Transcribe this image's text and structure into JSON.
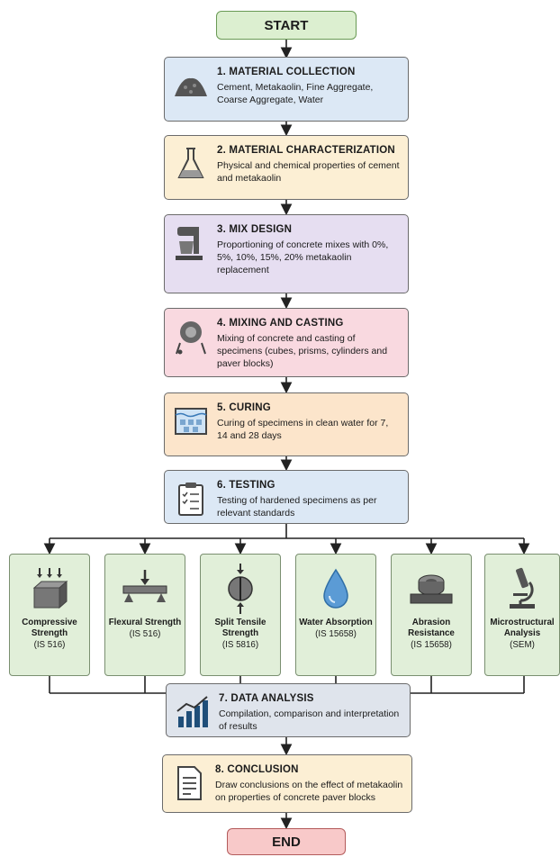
{
  "start_label": "START",
  "end_label": "END",
  "steps": [
    {
      "title": "1. MATERIAL COLLECTION",
      "desc": "Cement, Metakaolin, Fine Aggregate, Coarse Aggregate, Water",
      "icon": "material-pile-icon",
      "color": "#dce8f5"
    },
    {
      "title": "2. MATERIAL CHARACTERIZATION",
      "desc": "Physical and chemical properties of cement and metakaolin",
      "icon": "flask-icon",
      "color": "#fcefd4"
    },
    {
      "title": "3. MIX DESIGN",
      "desc": "Proportioning of concrete mixes with 0%, 5%, 10%, 15%, 20% metakaolin replacement",
      "icon": "mixer-icon",
      "color": "#e6def1"
    },
    {
      "title": "4. MIXING AND CASTING",
      "desc": "Mixing of concrete and casting of specimens (cubes, prisms, cylinders and paver blocks)",
      "icon": "concrete-mixer-icon",
      "color": "#f9d9e0"
    },
    {
      "title": "5. CURING",
      "desc": "Curing of specimens in clean water for 7, 14 and 28 days",
      "icon": "curing-tank-icon",
      "color": "#fce5cb"
    },
    {
      "title": "6. TESTING",
      "desc": "Testing of hardened specimens as per relevant standards",
      "icon": "clipboard-icon",
      "color": "#dce8f5"
    },
    {
      "title": "7. DATA ANALYSIS",
      "desc": "Compilation, comparison and interpretation of results",
      "icon": "bar-chart-icon",
      "color": "#dfe4ec"
    },
    {
      "title": "8. CONCLUSION",
      "desc": "Draw conclusions on the effect of metakaolin on properties of concrete paver blocks",
      "icon": "document-icon",
      "color": "#fcefd4"
    }
  ],
  "tests": [
    {
      "name": "Compressive Strength",
      "std": "(IS 516)",
      "icon": "compression-cube-icon"
    },
    {
      "name": "Flexural Strength",
      "std": "(IS 516)",
      "icon": "beam-load-icon"
    },
    {
      "name": "Split Tensile Strength",
      "std": "(IS 5816)",
      "icon": "cylinder-split-icon"
    },
    {
      "name": "Water Absorption",
      "std": "(IS 15658)",
      "icon": "water-drop-icon"
    },
    {
      "name": "Abrasion Resistance",
      "std": "(IS 15658)",
      "icon": "abrasion-disc-icon"
    },
    {
      "name": "Microstructural Analysis",
      "std": "(SEM)",
      "icon": "microscope-icon"
    }
  ],
  "colors": {
    "start": "#dcefd0",
    "end": "#f8c9c9",
    "test": "#e1efd9"
  }
}
